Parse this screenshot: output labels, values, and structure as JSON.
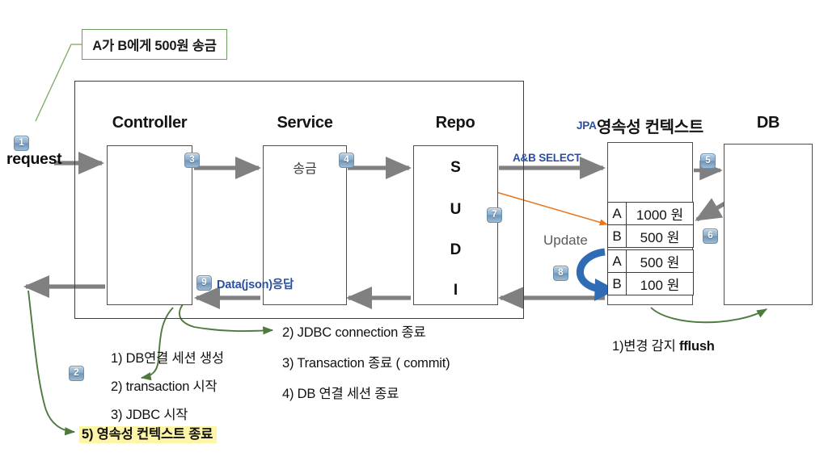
{
  "diagram": {
    "callout": {
      "text": "A가 B에게 500원 송금"
    },
    "request": {
      "badge": "1",
      "label": "request"
    },
    "columns": [
      {
        "id": "controller",
        "title": "Controller",
        "inner_label": ""
      },
      {
        "id": "service",
        "title": "Service",
        "inner_label": "송금"
      },
      {
        "id": "repo",
        "title": "Repo",
        "inner_label": ""
      },
      {
        "id": "persistence",
        "title": "영속성 컨텍스트",
        "inner_label": ""
      },
      {
        "id": "db",
        "title": "DB",
        "inner_label": ""
      }
    ],
    "repo_letters": [
      "S",
      "U",
      "D",
      "I"
    ],
    "badges": {
      "b1": "1",
      "b2": "2",
      "b3": "3",
      "b4": "4",
      "b5": "5",
      "b6": "6",
      "b7": "7",
      "b8": "8",
      "b9": "9"
    },
    "annotations": {
      "jpa": "JPA",
      "ab_select": "A&B SELECT",
      "update": "Update",
      "data_json": "Data(json)응답"
    },
    "persistence_table": {
      "group_before": [
        {
          "key": "A",
          "value": "1000 원"
        },
        {
          "key": "B",
          "value": "500 원"
        }
      ],
      "group_after": [
        {
          "key": "A",
          "value": "500 원"
        },
        {
          "key": "B",
          "value": "100 원"
        }
      ]
    },
    "notes_left": [
      "1) DB연결 세션 생성",
      "2) transaction 시작",
      "3) JDBC 시작"
    ],
    "notes_right": [
      "2) JDBC connection 종료",
      "3) Transaction 종료 ( commit)",
      "4) DB 연결 세션 종료"
    ],
    "highlighted_note": "5) 영속성 컨텍스트 종료",
    "flush_note_prefix": "1)변경 감지 ",
    "flush_note_bold": "fflush",
    "colors": {
      "green_line": "#4f7a3f",
      "gray_arrow": "#808080",
      "blue_text": "#2b4fa0",
      "orange_arrow": "#e8761f",
      "update_arrow": "#2f6cb5",
      "highlight": "#fdf6a8",
      "badge_blue": "#8fb0cc"
    }
  }
}
